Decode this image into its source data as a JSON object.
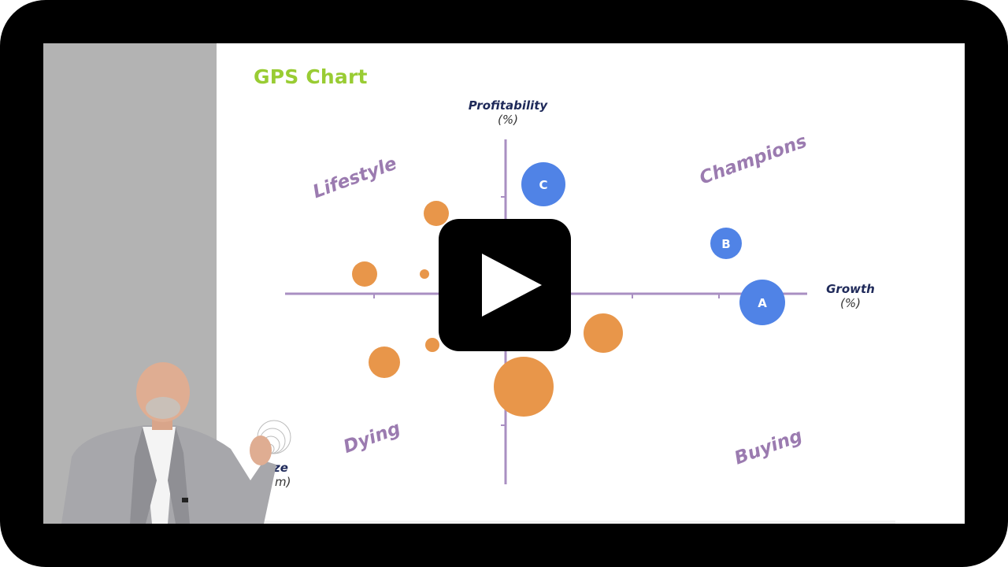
{
  "slide": {
    "title": "GPS Chart",
    "y_axis": {
      "label": "Profitability",
      "unit": "(%)"
    },
    "x_axis": {
      "label": "Growth",
      "unit": "(%)"
    },
    "size_legend": {
      "label": "ze",
      "unit": "m)"
    },
    "quadrants": {
      "top_left": "Lifestyle",
      "top_right": "Champions",
      "bottom_left": "Dying",
      "bottom_right": "Buying"
    },
    "highlight_bubbles": [
      {
        "label": "A"
      },
      {
        "label": "B"
      },
      {
        "label": "C"
      }
    ]
  },
  "colors": {
    "title": "#99cc33",
    "axis": "#a98fc2",
    "quadrant_text": "#9b7bb0",
    "orange_bubble": "#e8964a",
    "blue_bubble": "#5083e6",
    "gray_panel": "#b3b3b3"
  },
  "player": {
    "play_button_icon": "play-icon"
  }
}
